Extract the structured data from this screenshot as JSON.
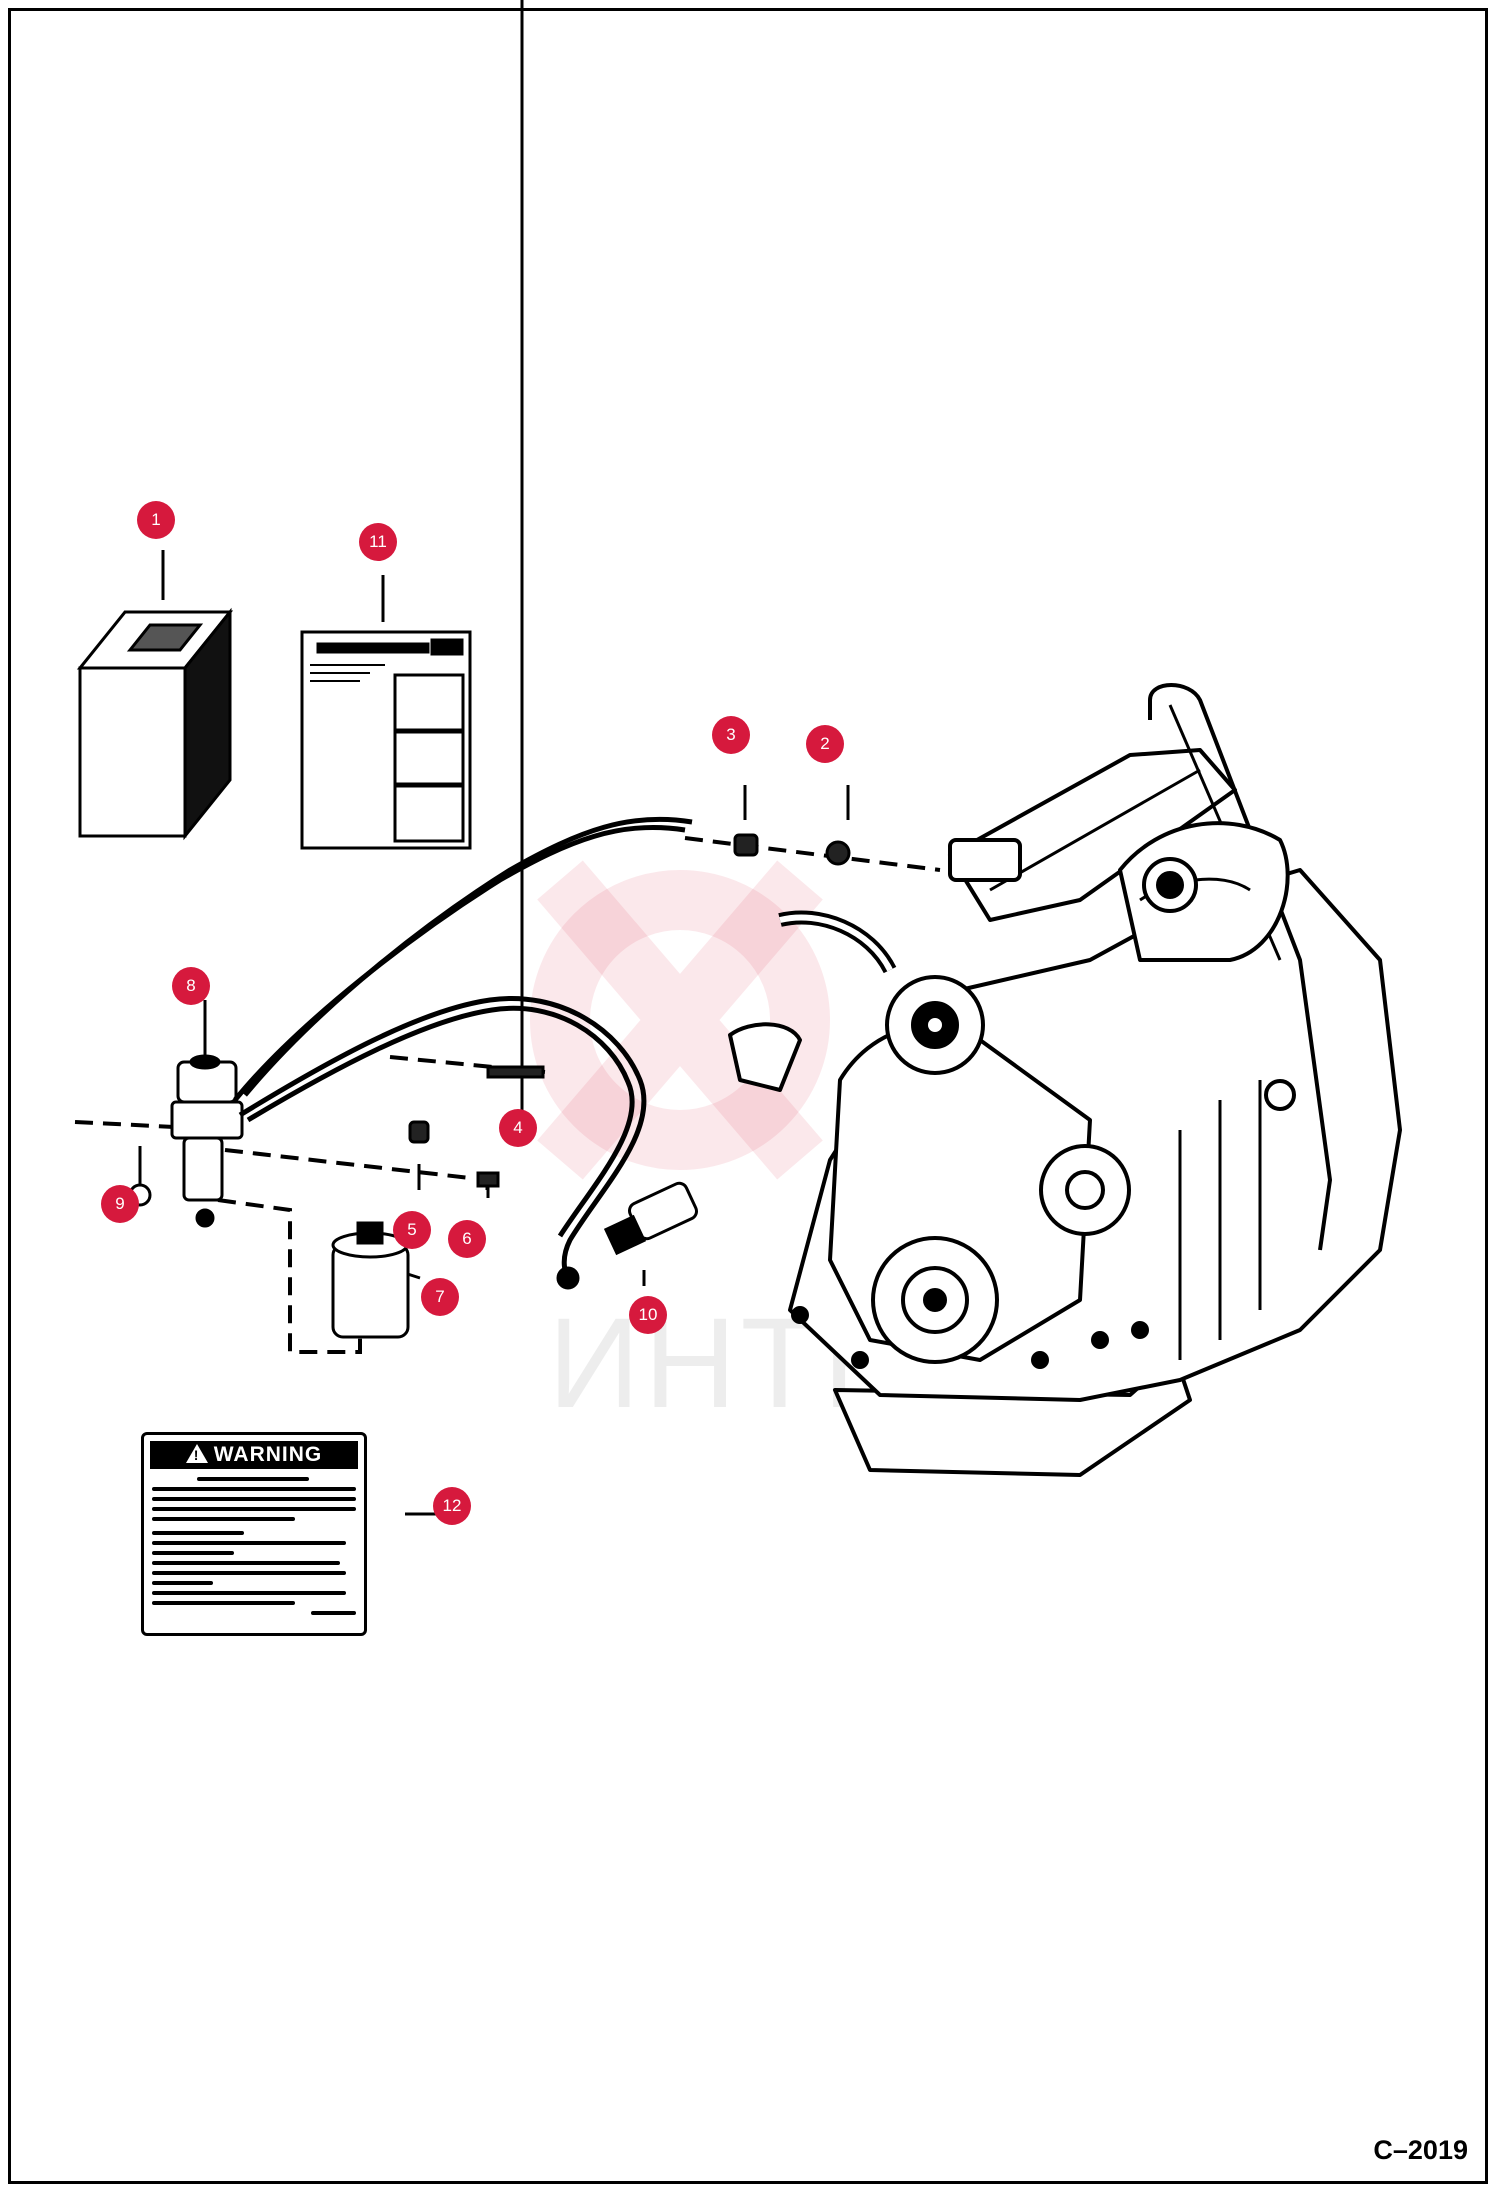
{
  "figure_id": "C–2019",
  "watermark": "ИНТЕХ",
  "warning_label": {
    "title": "WARNING"
  },
  "callouts": [
    "1",
    "2",
    "3",
    "4",
    "5",
    "6",
    "7",
    "8",
    "9",
    "10",
    "11",
    "12"
  ],
  "colors": {
    "callout": "#d6193d",
    "line": "#000000"
  }
}
